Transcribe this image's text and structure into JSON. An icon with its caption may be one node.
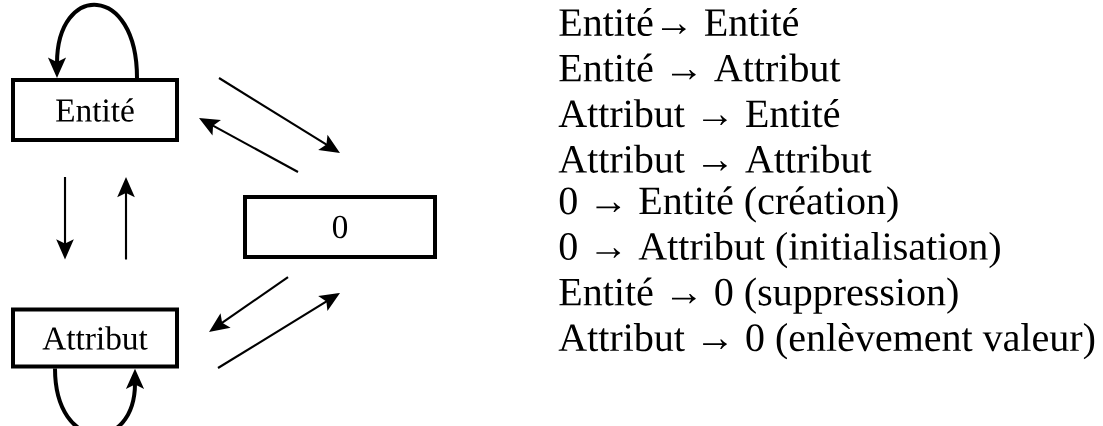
{
  "diagram": {
    "nodes": [
      {
        "text": [
          "Entité"
        ]
      },
      {
        "text": [
          "0"
        ]
      },
      {
        "text": [
          "Attribut"
        ]
      }
    ],
    "edges": [
      {
        "from": 0,
        "to": 0,
        "arrow": "to",
        "style": "thick"
      },
      {
        "from": 0,
        "to": 1,
        "arrow": "to"
      },
      {
        "from": 1,
        "to": 0,
        "arrow": "to"
      },
      {
        "from": 0,
        "to": 2,
        "arrow": "to"
      },
      {
        "from": 2,
        "to": 0,
        "arrow": "to"
      },
      {
        "from": 1,
        "to": 2,
        "arrow": "to"
      },
      {
        "from": 2,
        "to": 1,
        "arrow": "to"
      },
      {
        "from": 2,
        "to": 2,
        "arrow": "to",
        "style": "thick"
      }
    ],
    "labels": [
      "Entité→ Entité",
      "Entité → Attribut",
      "Attribut → Entité",
      "Attribut → Attribut",
      "0 → Entité (création)",
      "0 → Attribut (initialisation)",
      "Entité → 0 (suppression)",
      "Attribut → 0 (enlèvement valeur)"
    ]
  }
}
